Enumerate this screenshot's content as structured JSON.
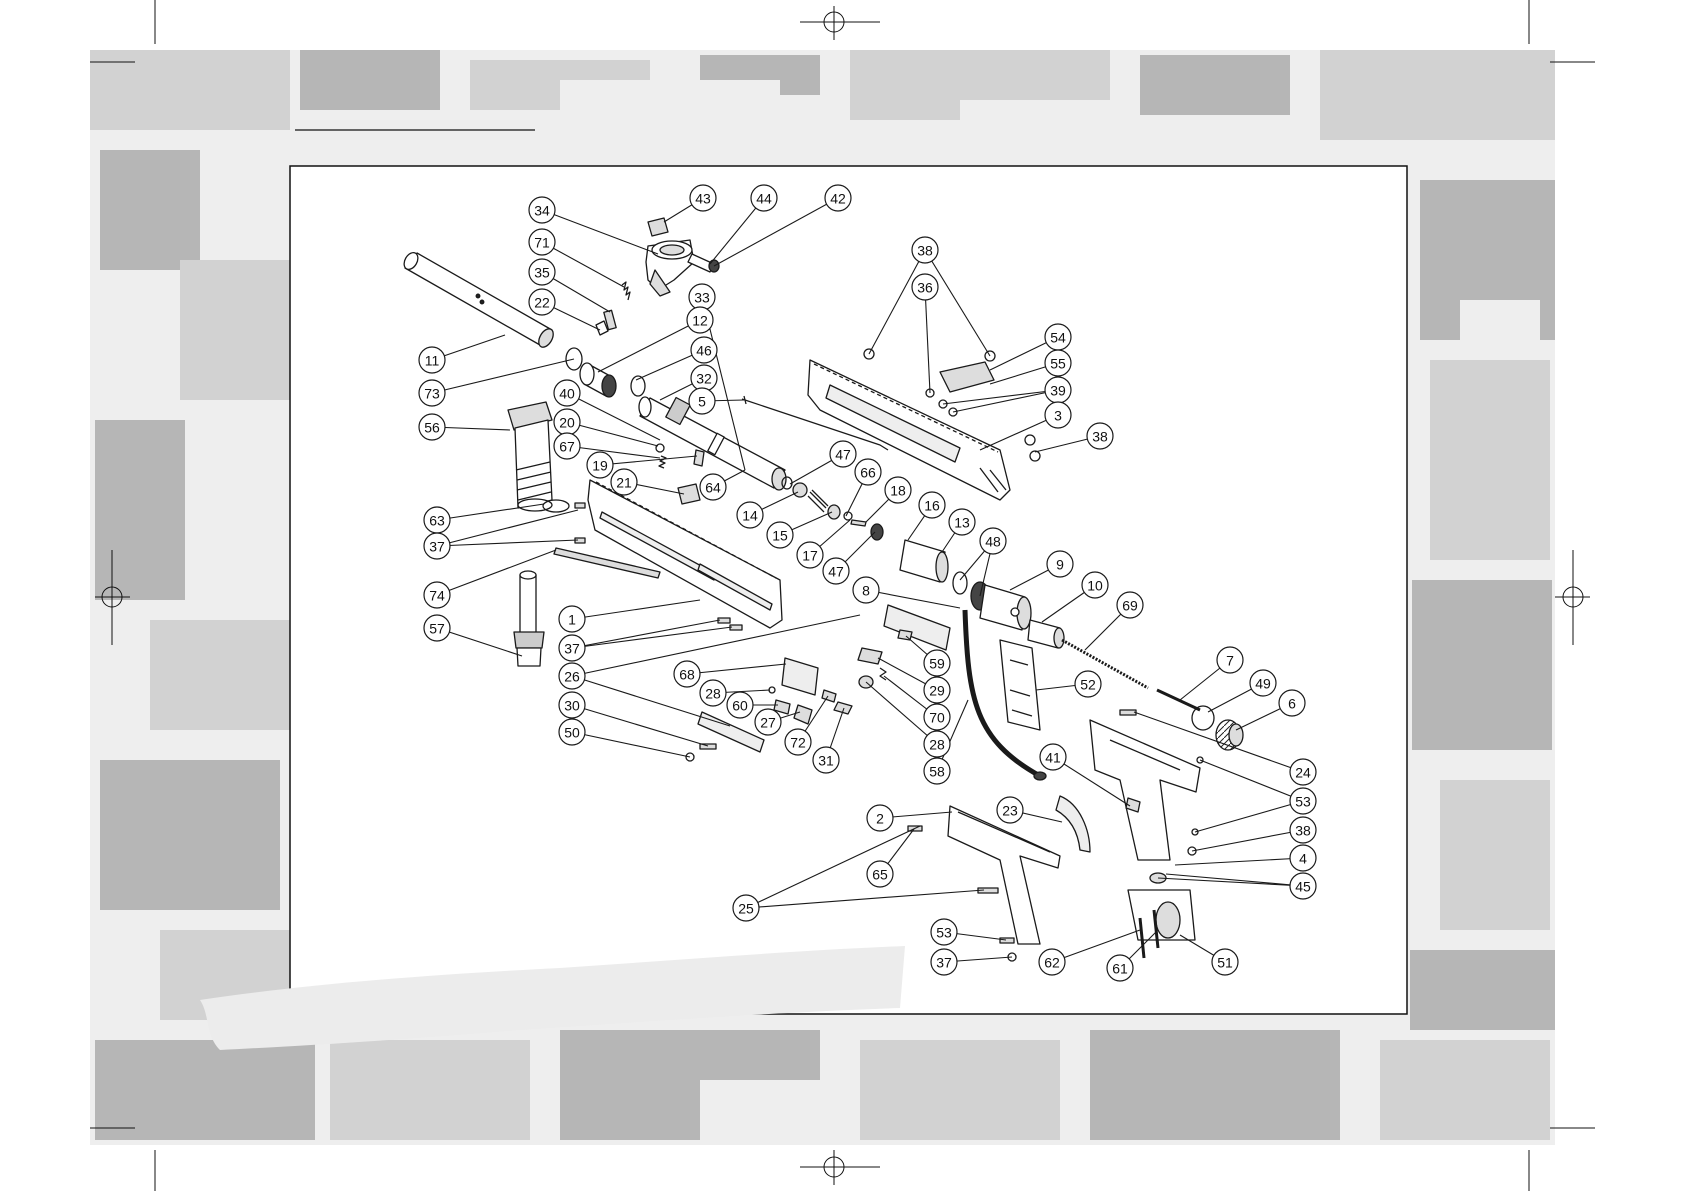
{
  "diagram": {
    "type": "exploded-parts-diagram",
    "colors": {
      "camo_light": "#eeeeee",
      "camo_mid": "#d2d2d2",
      "camo_dark": "#b6b6b6",
      "ink": "#1a1a1a",
      "panel": "#ffffff"
    },
    "callouts": [
      {
        "id": "c34",
        "label": "34"
      },
      {
        "id": "c43",
        "label": "43"
      },
      {
        "id": "c44",
        "label": "44"
      },
      {
        "id": "c42",
        "label": "42"
      },
      {
        "id": "c71",
        "label": "71"
      },
      {
        "id": "c35",
        "label": "35"
      },
      {
        "id": "c22",
        "label": "22"
      },
      {
        "id": "c33",
        "label": "33"
      },
      {
        "id": "c12",
        "label": "12"
      },
      {
        "id": "c11",
        "label": "11"
      },
      {
        "id": "c73",
        "label": "73"
      },
      {
        "id": "c46",
        "label": "46"
      },
      {
        "id": "c32",
        "label": "32"
      },
      {
        "id": "c40",
        "label": "40"
      },
      {
        "id": "c5",
        "label": "5"
      },
      {
        "id": "c20",
        "label": "20"
      },
      {
        "id": "c56",
        "label": "56"
      },
      {
        "id": "c67",
        "label": "67"
      },
      {
        "id": "c19",
        "label": "19"
      },
      {
        "id": "c47a",
        "label": "47"
      },
      {
        "id": "c21",
        "label": "21"
      },
      {
        "id": "c64",
        "label": "64"
      },
      {
        "id": "c66",
        "label": "66"
      },
      {
        "id": "c18",
        "label": "18"
      },
      {
        "id": "c63",
        "label": "63"
      },
      {
        "id": "c14",
        "label": "14"
      },
      {
        "id": "c16",
        "label": "16"
      },
      {
        "id": "c15",
        "label": "15"
      },
      {
        "id": "c13",
        "label": "13"
      },
      {
        "id": "c37a",
        "label": "37"
      },
      {
        "id": "c17",
        "label": "17"
      },
      {
        "id": "c48",
        "label": "48"
      },
      {
        "id": "c47b",
        "label": "47"
      },
      {
        "id": "c9",
        "label": "9"
      },
      {
        "id": "c74",
        "label": "74"
      },
      {
        "id": "c8",
        "label": "8"
      },
      {
        "id": "c10",
        "label": "10"
      },
      {
        "id": "c69",
        "label": "69"
      },
      {
        "id": "c57",
        "label": "57"
      },
      {
        "id": "c1",
        "label": "1"
      },
      {
        "id": "c37b",
        "label": "37"
      },
      {
        "id": "c59",
        "label": "59"
      },
      {
        "id": "c7",
        "label": "7"
      },
      {
        "id": "c68",
        "label": "68"
      },
      {
        "id": "c26",
        "label": "26"
      },
      {
        "id": "c28a",
        "label": "28"
      },
      {
        "id": "c29",
        "label": "29"
      },
      {
        "id": "c52",
        "label": "52"
      },
      {
        "id": "c49",
        "label": "49"
      },
      {
        "id": "c6",
        "label": "6"
      },
      {
        "id": "c60",
        "label": "60"
      },
      {
        "id": "c30",
        "label": "30"
      },
      {
        "id": "c70",
        "label": "70"
      },
      {
        "id": "c27",
        "label": "27"
      },
      {
        "id": "c50",
        "label": "50"
      },
      {
        "id": "c72",
        "label": "72"
      },
      {
        "id": "c28b",
        "label": "28"
      },
      {
        "id": "c41",
        "label": "41"
      },
      {
        "id": "c31",
        "label": "31"
      },
      {
        "id": "c58",
        "label": "58"
      },
      {
        "id": "c24",
        "label": "24"
      },
      {
        "id": "c53a",
        "label": "53"
      },
      {
        "id": "c23",
        "label": "23"
      },
      {
        "id": "c2",
        "label": "2"
      },
      {
        "id": "c38a",
        "label": "38"
      },
      {
        "id": "c4",
        "label": "4"
      },
      {
        "id": "c65",
        "label": "65"
      },
      {
        "id": "c45",
        "label": "45"
      },
      {
        "id": "c25",
        "label": "25"
      },
      {
        "id": "c53b",
        "label": "53"
      },
      {
        "id": "c62",
        "label": "62"
      },
      {
        "id": "c61",
        "label": "61"
      },
      {
        "id": "c51",
        "label": "51"
      },
      {
        "id": "c37c",
        "label": "37"
      },
      {
        "id": "c38b",
        "label": "38"
      },
      {
        "id": "c36",
        "label": "36"
      },
      {
        "id": "c54",
        "label": "54"
      },
      {
        "id": "c55",
        "label": "55"
      },
      {
        "id": "c39",
        "label": "39"
      },
      {
        "id": "c3",
        "label": "3"
      },
      {
        "id": "c38c",
        "label": "38"
      }
    ]
  }
}
